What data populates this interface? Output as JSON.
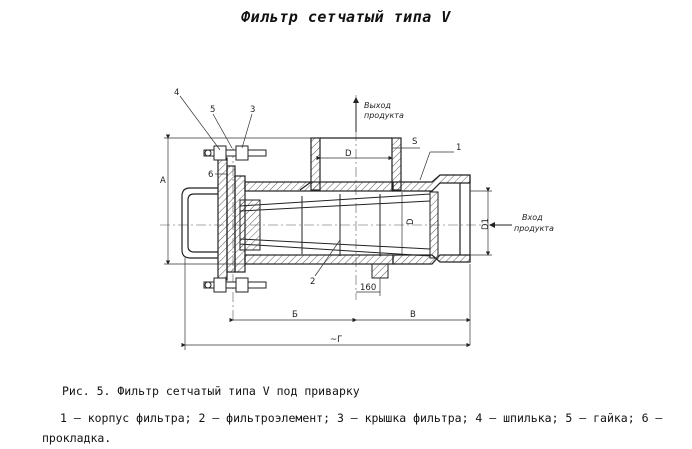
{
  "title": "Фильтр сетчатый типа V",
  "labels": {
    "outlet": [
      "Выход",
      "продукта"
    ],
    "inlet": [
      "Вход",
      "продукта"
    ],
    "dims": {
      "A": "A",
      "S": "S",
      "D": "D",
      "D1": "D1",
      "B": "Б",
      "V": "В",
      "G": "~Г",
      "d160": "160"
    },
    "parts": [
      "1",
      "2",
      "3",
      "4",
      "5",
      "6"
    ]
  },
  "caption": "Рис. 5. Фильтр сетчатый типа V под приварку",
  "legend": "1 – корпус фильтра; 2 – фильтроэлемент; 3 – крышка фильтра; 4 – шпилька; 5 – гайка; 6 – прокладка."
}
